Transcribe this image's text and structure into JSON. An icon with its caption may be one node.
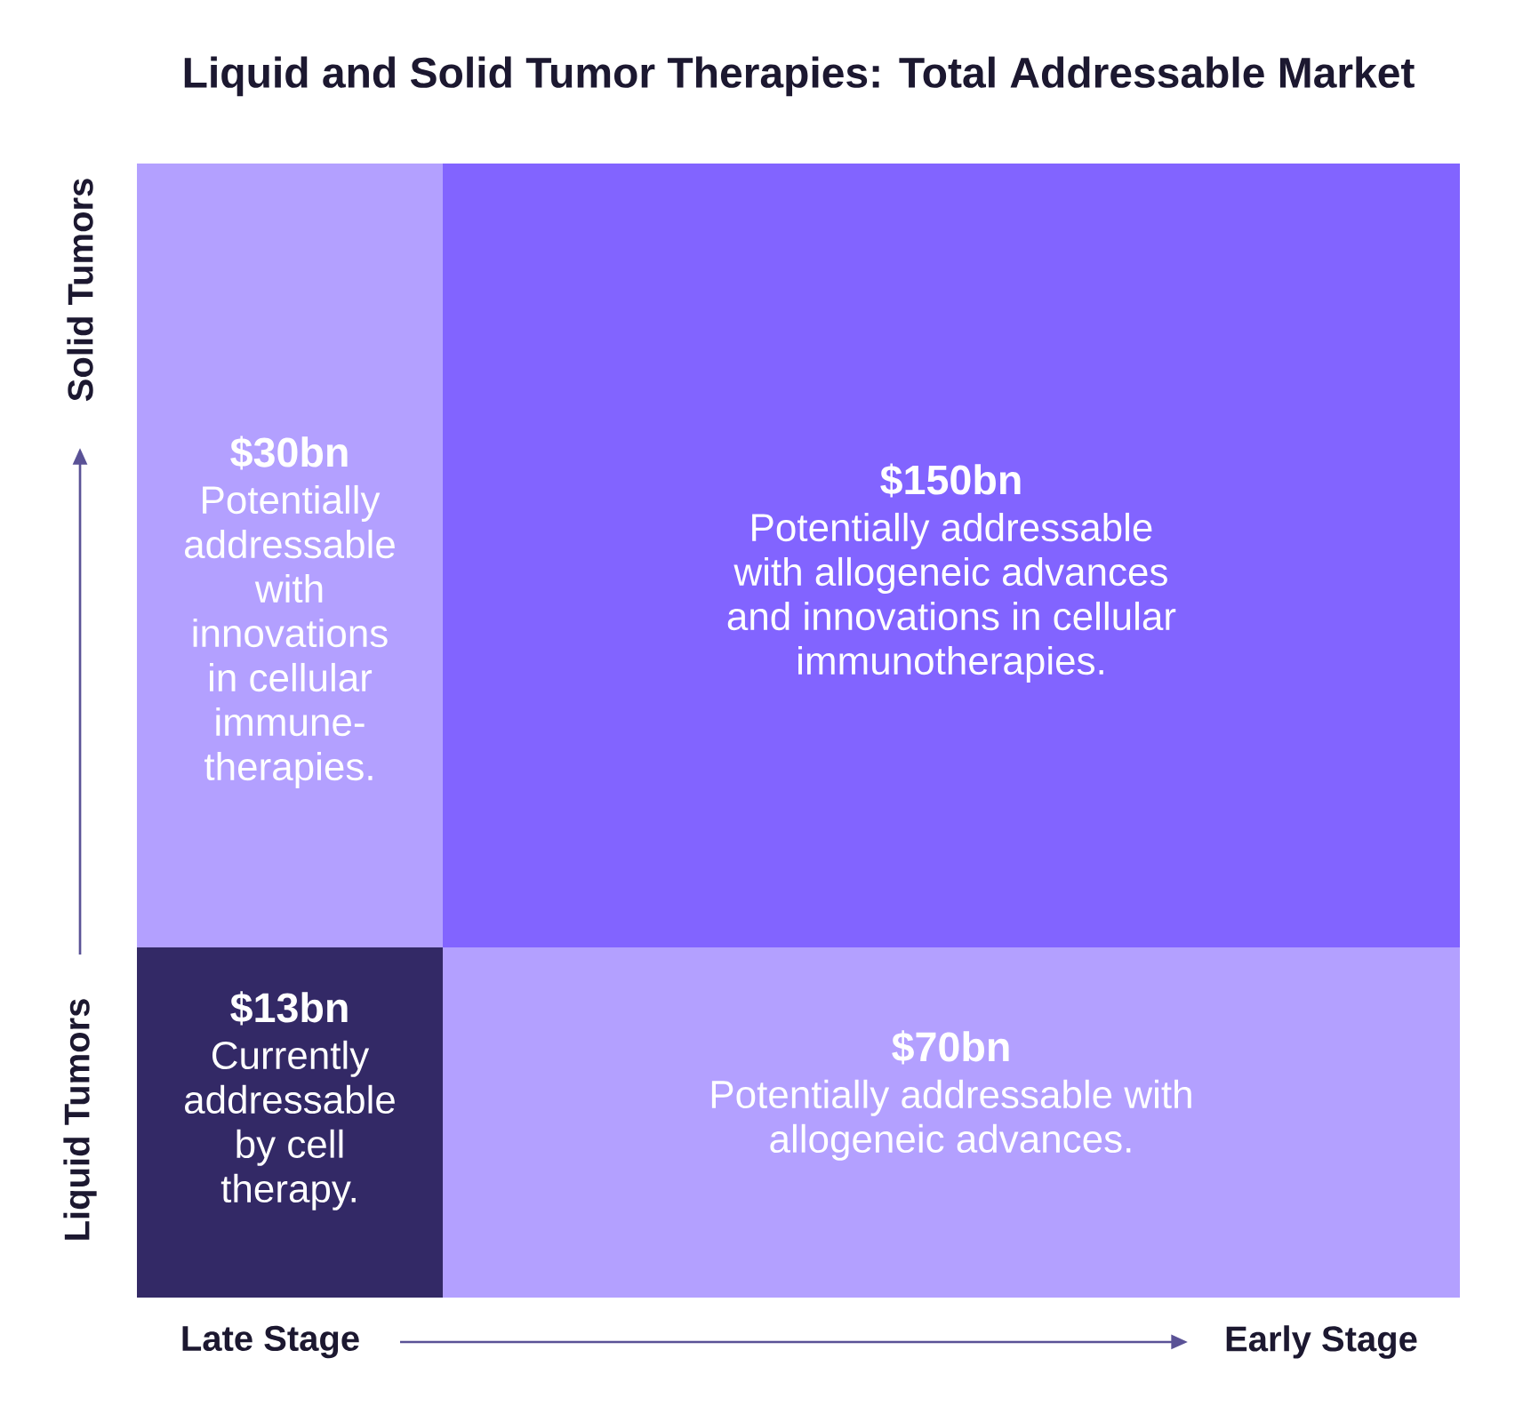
{
  "diagram": {
    "title": "Liquid and Solid Tumor Therapies: Total Addressable Market",
    "nodes": [
      {
        "text": [
          "$30bn",
          "Potentially addressable with innovations in cellular immune- therapies."
        ]
      },
      {
        "text": [
          "$150bn",
          "Potentially addressable with allogeneic advances and innovations in cellular immunotherapies."
        ]
      },
      {
        "text": [
          "$13bn",
          "Currently addressable by cell therapy."
        ]
      },
      {
        "text": [
          "$70bn",
          "Potentially addressable with allogeneic advances."
        ]
      }
    ],
    "labels": [
      "Solid Tumors",
      "Liquid Tumors",
      "Late Stage",
      "Early Stage"
    ]
  }
}
